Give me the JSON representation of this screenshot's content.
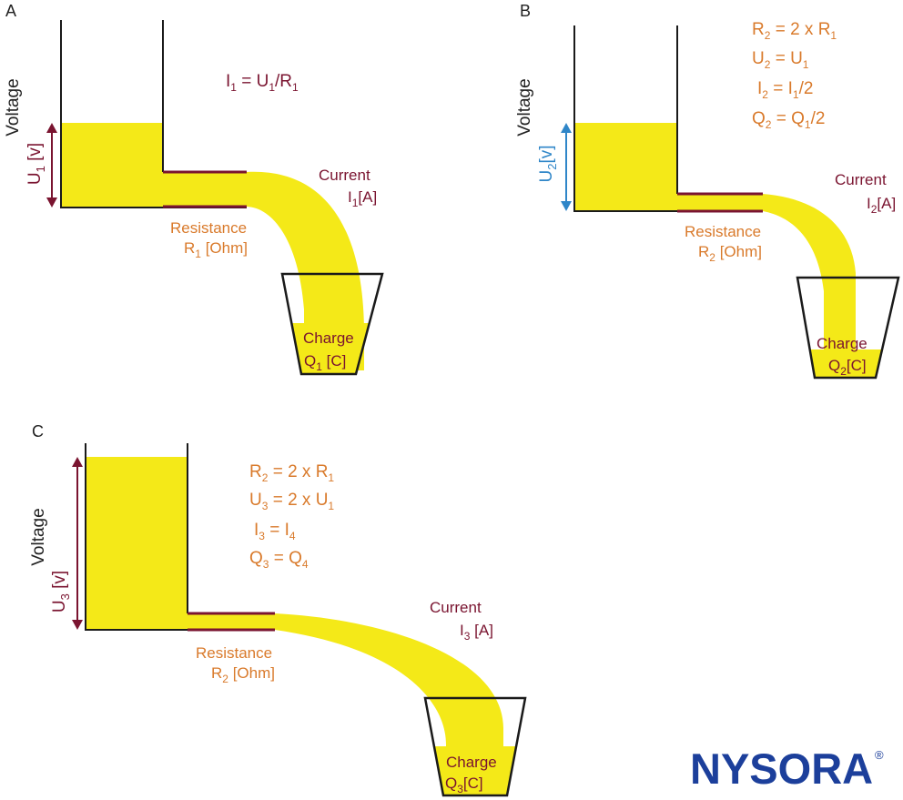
{
  "colors": {
    "water": "#f4e918",
    "maroon": "#7a1430",
    "orange": "#d97a2b",
    "blue": "#2f86c8",
    "outline": "#1a1a1a",
    "logo": "#1c3f9b"
  },
  "panels": [
    {
      "letter": "A",
      "voltage_label": "Voltage",
      "u_label": {
        "main": "U",
        "sub": "1",
        "rest": " [v]"
      },
      "formulas": [
        [
          {
            "t": "I"
          },
          {
            "t": "1",
            "sub": true
          },
          {
            "t": " = U"
          },
          {
            "t": "1",
            "sub": true
          },
          {
            "t": "/R"
          },
          {
            "t": "1",
            "sub": true
          }
        ]
      ],
      "current": {
        "title": "Current",
        "sym": "I",
        "sub": "1",
        "unit": "[A]"
      },
      "resistance": {
        "title": "Resistance",
        "sym": "R",
        "sub": "1",
        "unit": " [Ohm]"
      },
      "charge": {
        "title": "Charge",
        "sym": "Q",
        "sub": "1",
        "unit": " [C]"
      }
    },
    {
      "letter": "B",
      "voltage_label": "Voltage",
      "u_label": {
        "main": "U",
        "sub": "2",
        "rest": "[v]"
      },
      "formulas": [
        [
          {
            "t": "R"
          },
          {
            "t": "2",
            "sub": true
          },
          {
            "t": " = 2 x R"
          },
          {
            "t": "1",
            "sub": true
          }
        ],
        [
          {
            "t": "U"
          },
          {
            "t": "2",
            "sub": true
          },
          {
            "t": " = U"
          },
          {
            "t": "1",
            "sub": true
          }
        ],
        [
          {
            "t": "I"
          },
          {
            "t": "2",
            "sub": true
          },
          {
            "t": " = I"
          },
          {
            "t": "1",
            "sub": true
          },
          {
            "t": "/2"
          }
        ],
        [
          {
            "t": "Q"
          },
          {
            "t": "2",
            "sub": true
          },
          {
            "t": " = Q"
          },
          {
            "t": "1",
            "sub": true
          },
          {
            "t": "/2"
          }
        ]
      ],
      "current": {
        "title": "Current",
        "sym": "I",
        "sub": "2",
        "unit": "[A]"
      },
      "resistance": {
        "title": "Resistance",
        "sym": "R",
        "sub": "2",
        "unit": " [Ohm]"
      },
      "charge": {
        "title": "Charge",
        "sym": "Q",
        "sub": "2",
        "unit": "[C]"
      }
    },
    {
      "letter": "C",
      "voltage_label": "Voltage",
      "u_label": {
        "main": "U",
        "sub": "3",
        "rest": " [v]"
      },
      "formulas": [
        [
          {
            "t": "R"
          },
          {
            "t": "2",
            "sub": true
          },
          {
            "t": " = 2 x R"
          },
          {
            "t": "1",
            "sub": true
          }
        ],
        [
          {
            "t": "U"
          },
          {
            "t": "3",
            "sub": true
          },
          {
            "t": " = 2 x U"
          },
          {
            "t": "1",
            "sub": true
          }
        ],
        [
          {
            "t": "I"
          },
          {
            "t": "3",
            "sub": true
          },
          {
            "t": " = I"
          },
          {
            "t": "4",
            "sub": true
          }
        ],
        [
          {
            "t": "Q"
          },
          {
            "t": "3",
            "sub": true
          },
          {
            "t": " = Q"
          },
          {
            "t": "4",
            "sub": true
          }
        ]
      ],
      "current": {
        "title": "Current",
        "sym": "I",
        "sub": "3",
        "unit": " [A]"
      },
      "resistance": {
        "title": "Resistance",
        "sym": "R",
        "sub": "2",
        "unit": " [Ohm]"
      },
      "charge": {
        "title": "Charge",
        "sym": "Q",
        "sub": "3",
        "unit": "[C]"
      }
    }
  ],
  "logo": {
    "text": "NYSORA",
    "mark": "®"
  }
}
